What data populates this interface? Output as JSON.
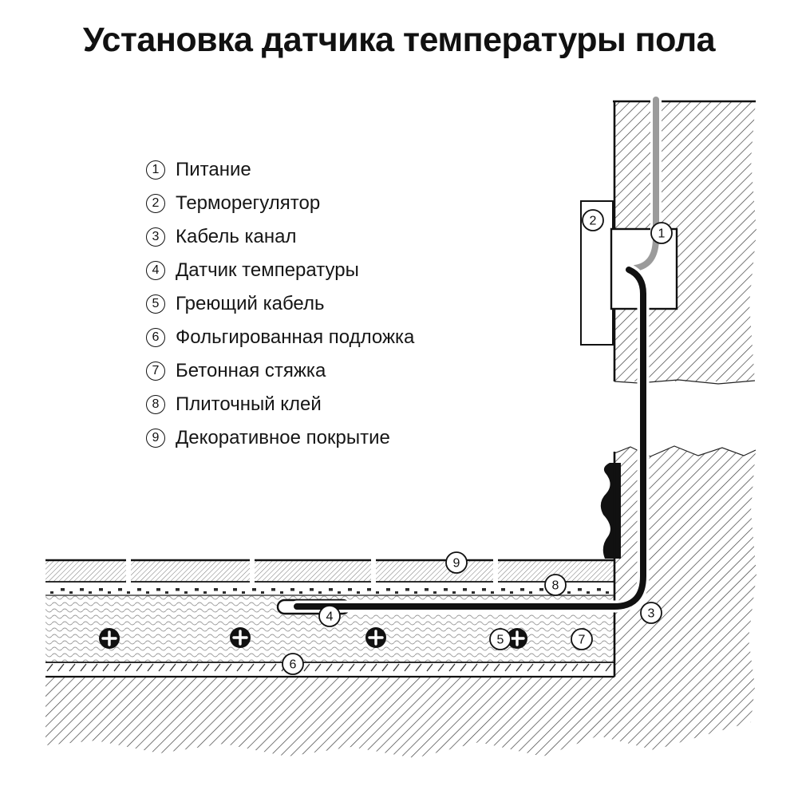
{
  "title": "Установка датчика температуры пола",
  "legend": {
    "items": [
      {
        "number": "1",
        "label": "Питание"
      },
      {
        "number": "2",
        "label": "Терморегулятор"
      },
      {
        "number": "3",
        "label": "Кабель канал"
      },
      {
        "number": "4",
        "label": "Датчик температуры"
      },
      {
        "number": "5",
        "label": "Греющий кабель"
      },
      {
        "number": "6",
        "label": "Фольгированная подложка"
      },
      {
        "number": "7",
        "label": "Бетонная стяжка"
      },
      {
        "number": "8",
        "label": "Плиточный клей"
      },
      {
        "number": "9",
        "label": "Декоративное покрытие"
      }
    ]
  },
  "diagram": {
    "callouts": [
      {
        "number": "1"
      },
      {
        "number": "2"
      },
      {
        "number": "3"
      },
      {
        "number": "4"
      },
      {
        "number": "5"
      },
      {
        "number": "6"
      },
      {
        "number": "7"
      },
      {
        "number": "8"
      },
      {
        "number": "9"
      }
    ]
  },
  "colors": {
    "line": "#111111",
    "power_cable_gray": "#9b9b9b",
    "background": "#ffffff"
  }
}
